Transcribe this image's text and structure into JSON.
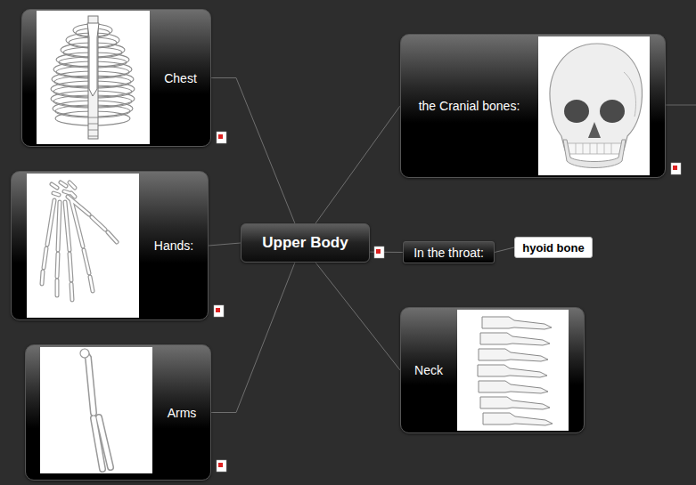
{
  "diagram": {
    "nodes": [
      {
        "text": [
          "Chest"
        ]
      },
      {
        "text": [
          "the Cranial bones:"
        ]
      },
      {
        "text": [
          "Hands:"
        ]
      },
      {
        "text": [
          "Upper Body"
        ]
      },
      {
        "text": [
          "In the throat:"
        ]
      },
      {
        "text": [
          "hyoid bone"
        ]
      },
      {
        "text": [
          "Neck"
        ]
      },
      {
        "text": [
          "Arms"
        ]
      }
    ],
    "edges": [
      {
        "from": 3,
        "to": 1,
        "arrow": "none"
      },
      {
        "from": 3,
        "to": 0,
        "arrow": "none"
      },
      {
        "from": 3,
        "to": 2,
        "arrow": "none"
      },
      {
        "from": 3,
        "to": 4,
        "arrow": "none"
      },
      {
        "from": 4,
        "to": 5,
        "arrow": "none"
      },
      {
        "from": 3,
        "to": 6,
        "arrow": "none"
      },
      {
        "from": 3,
        "to": 7,
        "arrow": "none"
      }
    ]
  }
}
